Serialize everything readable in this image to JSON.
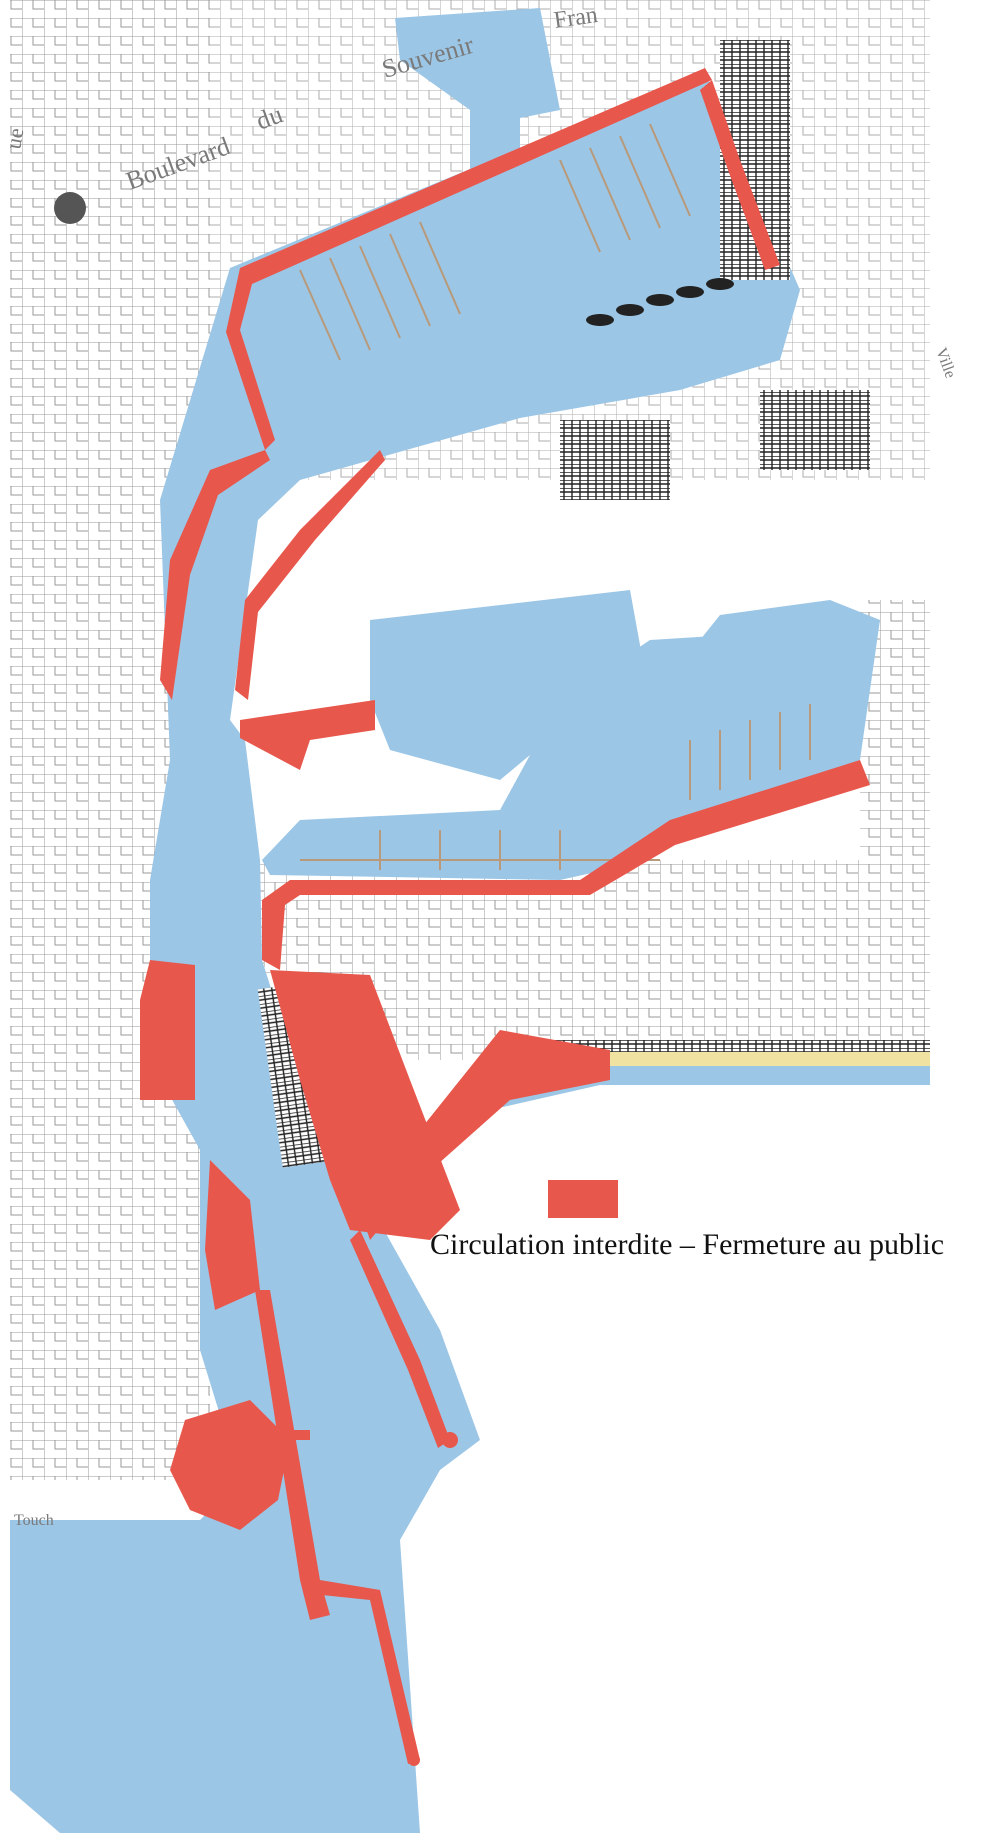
{
  "map": {
    "colors": {
      "water": "#9cc6e6",
      "closed_zone": "#e8574c",
      "beach": "#f0e2a0",
      "street_lines": "#9a9a9a",
      "dense_buildings": "#222222"
    },
    "street_labels": {
      "boulevard": "Boulevard",
      "du": "du",
      "souvenir": "Souvenir",
      "fran": "Fran",
      "rue_left": "ue",
      "ville": "Ville",
      "touch": "Touch"
    }
  },
  "legend": {
    "label": "Circulation interdite – Fermeture au public",
    "swatch_color": "#e8574c"
  }
}
